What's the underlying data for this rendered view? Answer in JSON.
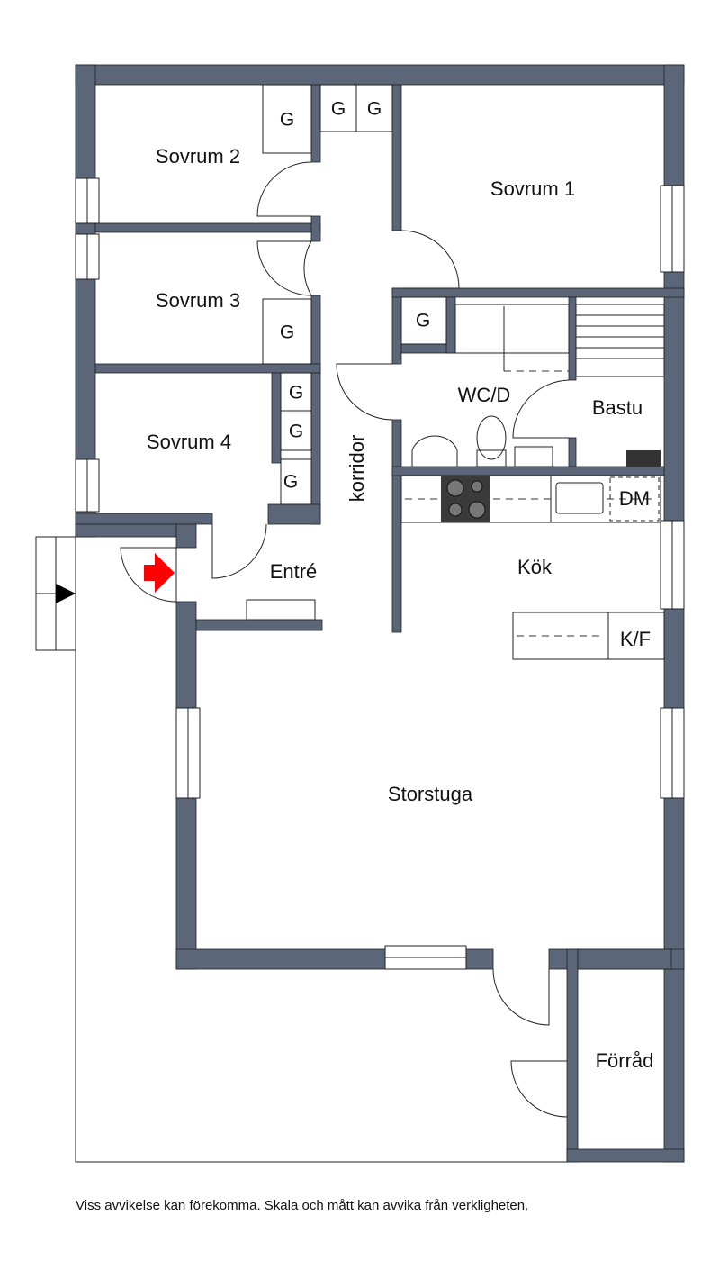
{
  "rooms": {
    "sovrum1": "Sovrum 1",
    "sovrum2": "Sovrum 2",
    "sovrum3": "Sovrum 3",
    "sovrum4": "Sovrum 4",
    "wcd": "WC/D",
    "bastu": "Bastu",
    "korridor": "korridor",
    "entre": "Entré",
    "kok": "Kök",
    "storstuga": "Storstuga",
    "forrad": "Förråd"
  },
  "fixtures": {
    "wardrobe": "G",
    "dishwasher": "DM",
    "fridge_freezer": "K/F"
  },
  "colors": {
    "wall": "#5b6678",
    "entrance_arrow": "#ff0000"
  },
  "disclaimer": "Viss avvikelse kan förekomma. Skala och mått kan avvika från verkligheten."
}
